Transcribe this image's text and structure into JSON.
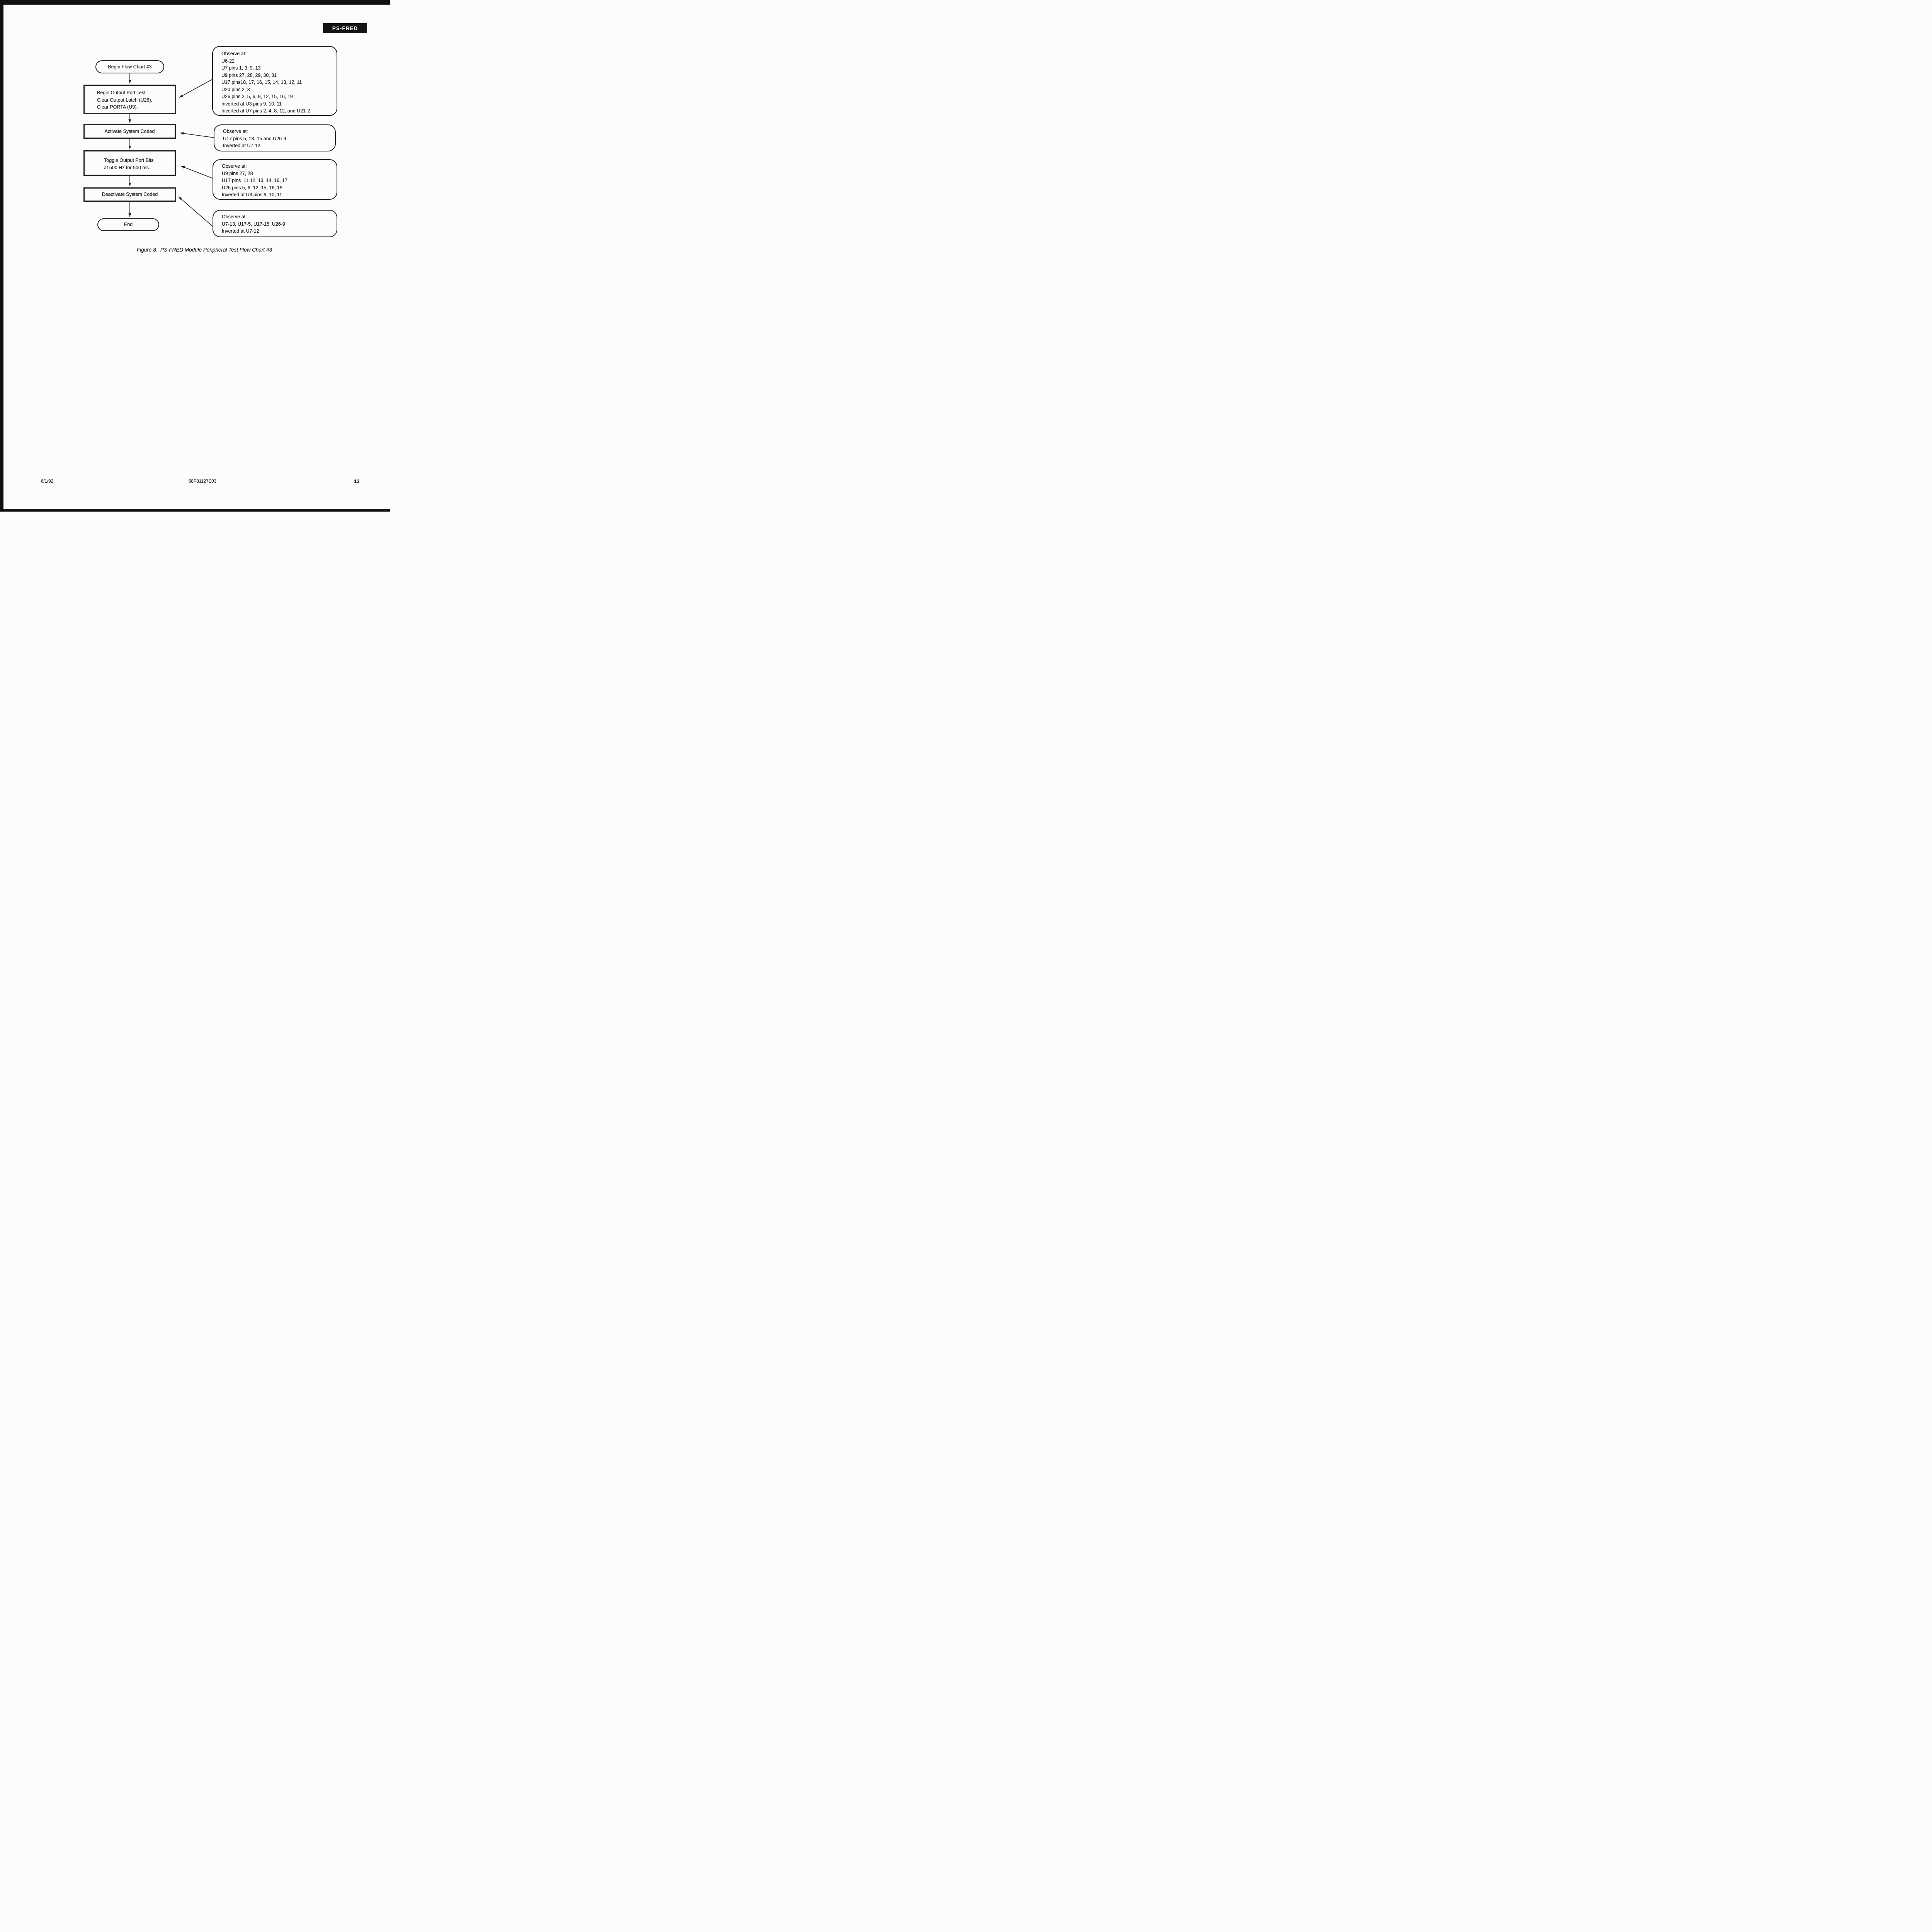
{
  "header": {
    "badge": "PS-FRED"
  },
  "flowchart": {
    "start_label": "Begin Flow Chart #3",
    "end_label": "End",
    "steps": [
      {
        "lines": [
          "Begin Output Port Test.",
          "Clear Output Latch (U26).",
          "Clear PORTA (U9)."
        ]
      },
      {
        "lines": [
          "Activate System Coded"
        ]
      },
      {
        "lines": [
          "Toggle Output Port Bits",
          "at 500 Hz for 500 ms."
        ]
      },
      {
        "lines": [
          "Deactivate System Coded"
        ]
      }
    ]
  },
  "callouts": [
    {
      "lines": [
        "Observe at:",
        "U6-22",
        "U7 pins 1, 3, 9, 13",
        "U9 pins 27, 28, 29, 30, 31",
        "U17 pins18, 17, 16, 15, 14, 13, 12, 11",
        "U20 pins 2, 3",
        "U26 pins 2, 5, 6, 9, 12, 15, 16, 19",
        "Inverted at U3 pins 9, 10, 11",
        "Inverted at U7 pins 2, 4, 8, 12, and U21-2"
      ]
    },
    {
      "lines": [
        "Observe at:",
        "U17 pins 5, 13, 15 and U26-9",
        "Inverted at U7-12"
      ]
    },
    {
      "lines": [
        "Observe at:",
        "U9 pins 27, 28",
        "U17 pins  11 12, 13, 14, 16, 17",
        "U26 pins 5, 6, 12, 15, 16, 19",
        "Inverted at U3 pins 9, 10, 11"
      ]
    },
    {
      "lines": [
        "Observe at:",
        "U7-13, U17-5, U17-15, U26-9",
        "Inverted at U7-12"
      ]
    }
  ],
  "caption": "Figure 8.  PS-FRED Module Peripheral Test Flow Chart #3",
  "footer": {
    "date": "6/1/92",
    "doc_number": "68P81127E03",
    "page_number": "13"
  },
  "colors": {
    "ink": "#1d1d1d",
    "paper": "#fcfcfb",
    "badge_bg": "#141414",
    "badge_text": "#ffffff"
  }
}
